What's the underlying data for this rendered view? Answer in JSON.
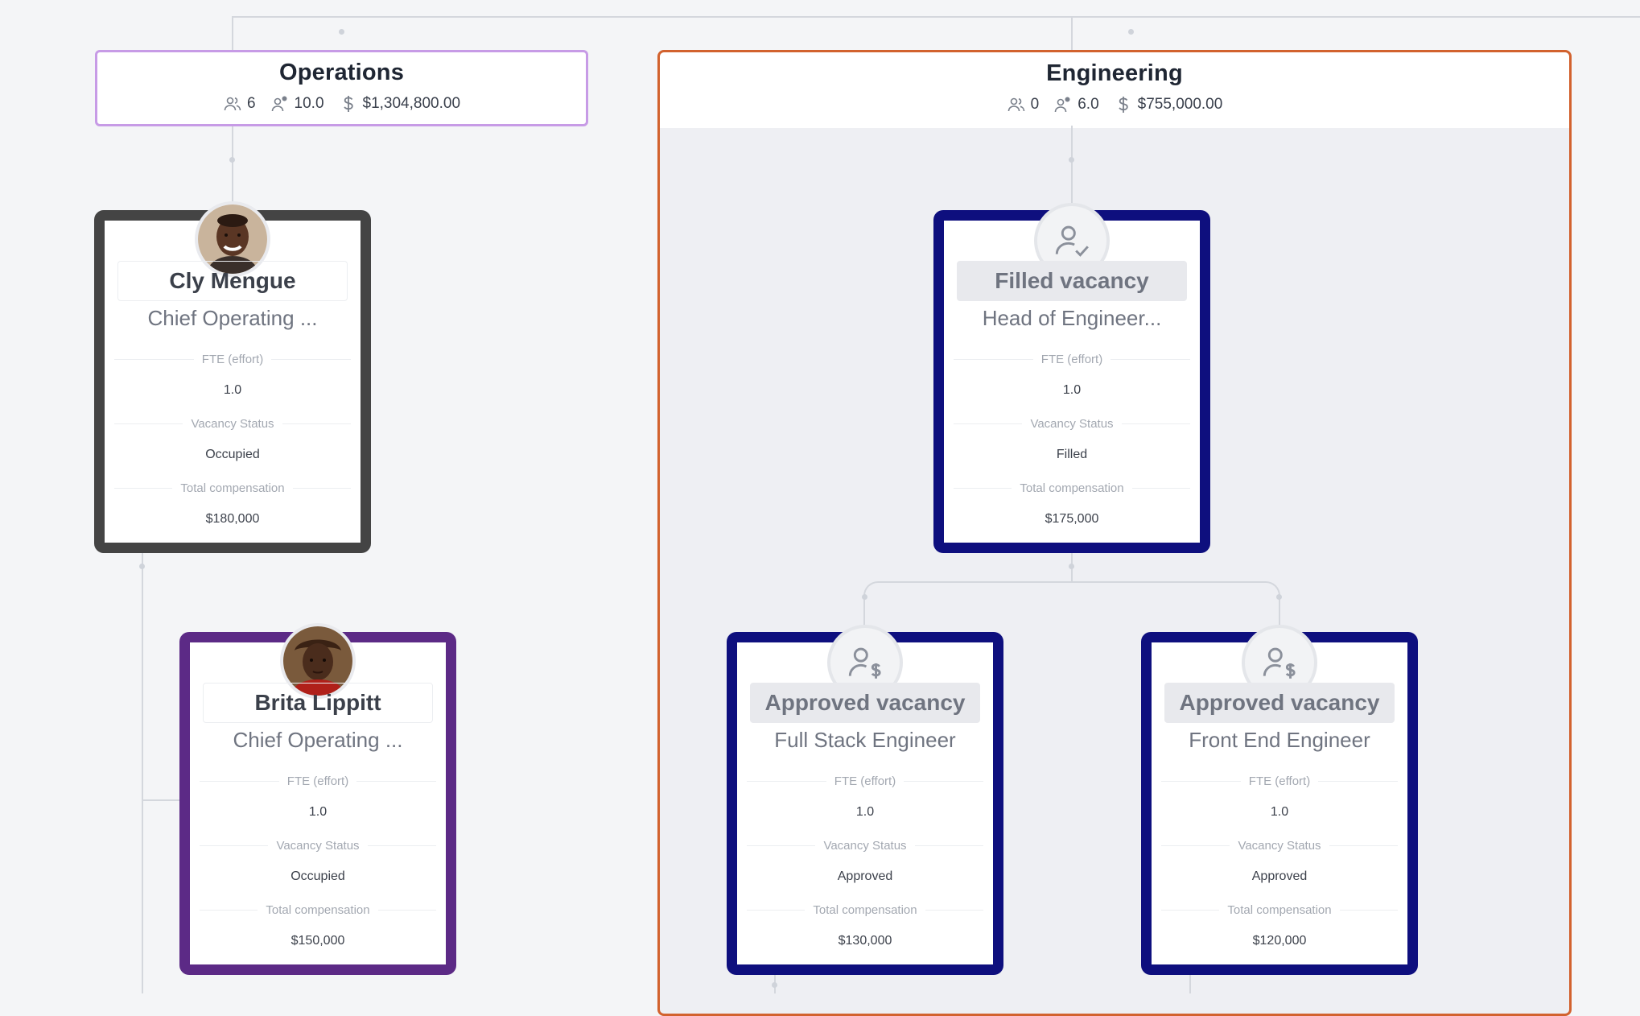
{
  "departments": {
    "operations": {
      "title": "Operations",
      "headcount": "6",
      "fte": "10.0",
      "budget": "$1,304,800.00",
      "border_color": "#c79be6"
    },
    "engineering": {
      "title": "Engineering",
      "headcount": "0",
      "fte": "6.0",
      "budget": "$755,000.00",
      "border_color": "#d2622e"
    }
  },
  "labels": {
    "fte": "FTE (effort)",
    "vacancy_status": "Vacancy Status",
    "total_comp": "Total compensation"
  },
  "cards": {
    "cly": {
      "name": "Cly Mengue",
      "role": "Chief Operating ...",
      "fte": "1.0",
      "status": "Occupied",
      "comp": "$180,000",
      "border_color": "#444444"
    },
    "brita": {
      "name": "Brita Lippitt",
      "role": "Chief Operating ...",
      "fte": "1.0",
      "status": "Occupied",
      "comp": "$150,000",
      "border_color": "#5c2a86"
    },
    "head_eng": {
      "name": "Filled vacancy",
      "role": "Head of Engineer...",
      "fte": "1.0",
      "status": "Filled",
      "comp": "$175,000",
      "icon": "person-check-icon",
      "border_color": "#0e0f7e"
    },
    "full_stack": {
      "name": "Approved vacancy",
      "role": "Full Stack Engineer",
      "fte": "1.0",
      "status": "Approved",
      "comp": "$130,000",
      "icon": "person-dollar-icon",
      "border_color": "#0e0f7e"
    },
    "front_end": {
      "name": "Approved vacancy",
      "role": "Front End Engineer",
      "fte": "1.0",
      "status": "Approved",
      "comp": "$120,000",
      "icon": "person-dollar-icon",
      "border_color": "#0e0f7e"
    }
  }
}
